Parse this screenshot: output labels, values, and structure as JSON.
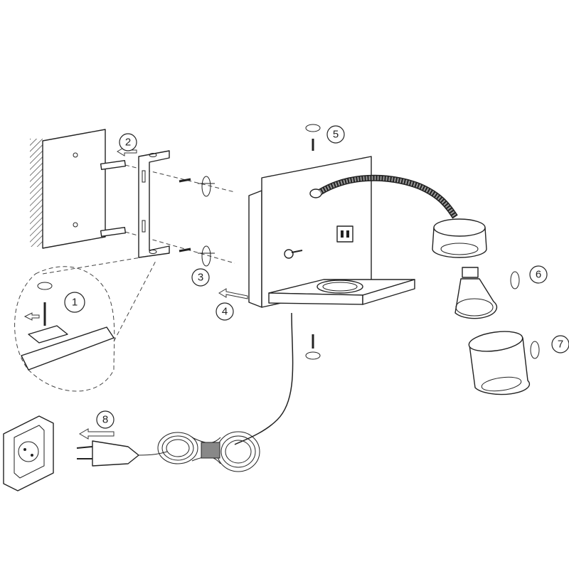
{
  "diagram": {
    "type": "assembly-instructions",
    "steps": [
      {
        "number": "1"
      },
      {
        "number": "2"
      },
      {
        "number": "3"
      },
      {
        "number": "4"
      },
      {
        "number": "5"
      },
      {
        "number": "6"
      },
      {
        "number": "7"
      },
      {
        "number": "8"
      }
    ],
    "colors": {
      "line": "#222222",
      "background": "#ffffff"
    }
  }
}
